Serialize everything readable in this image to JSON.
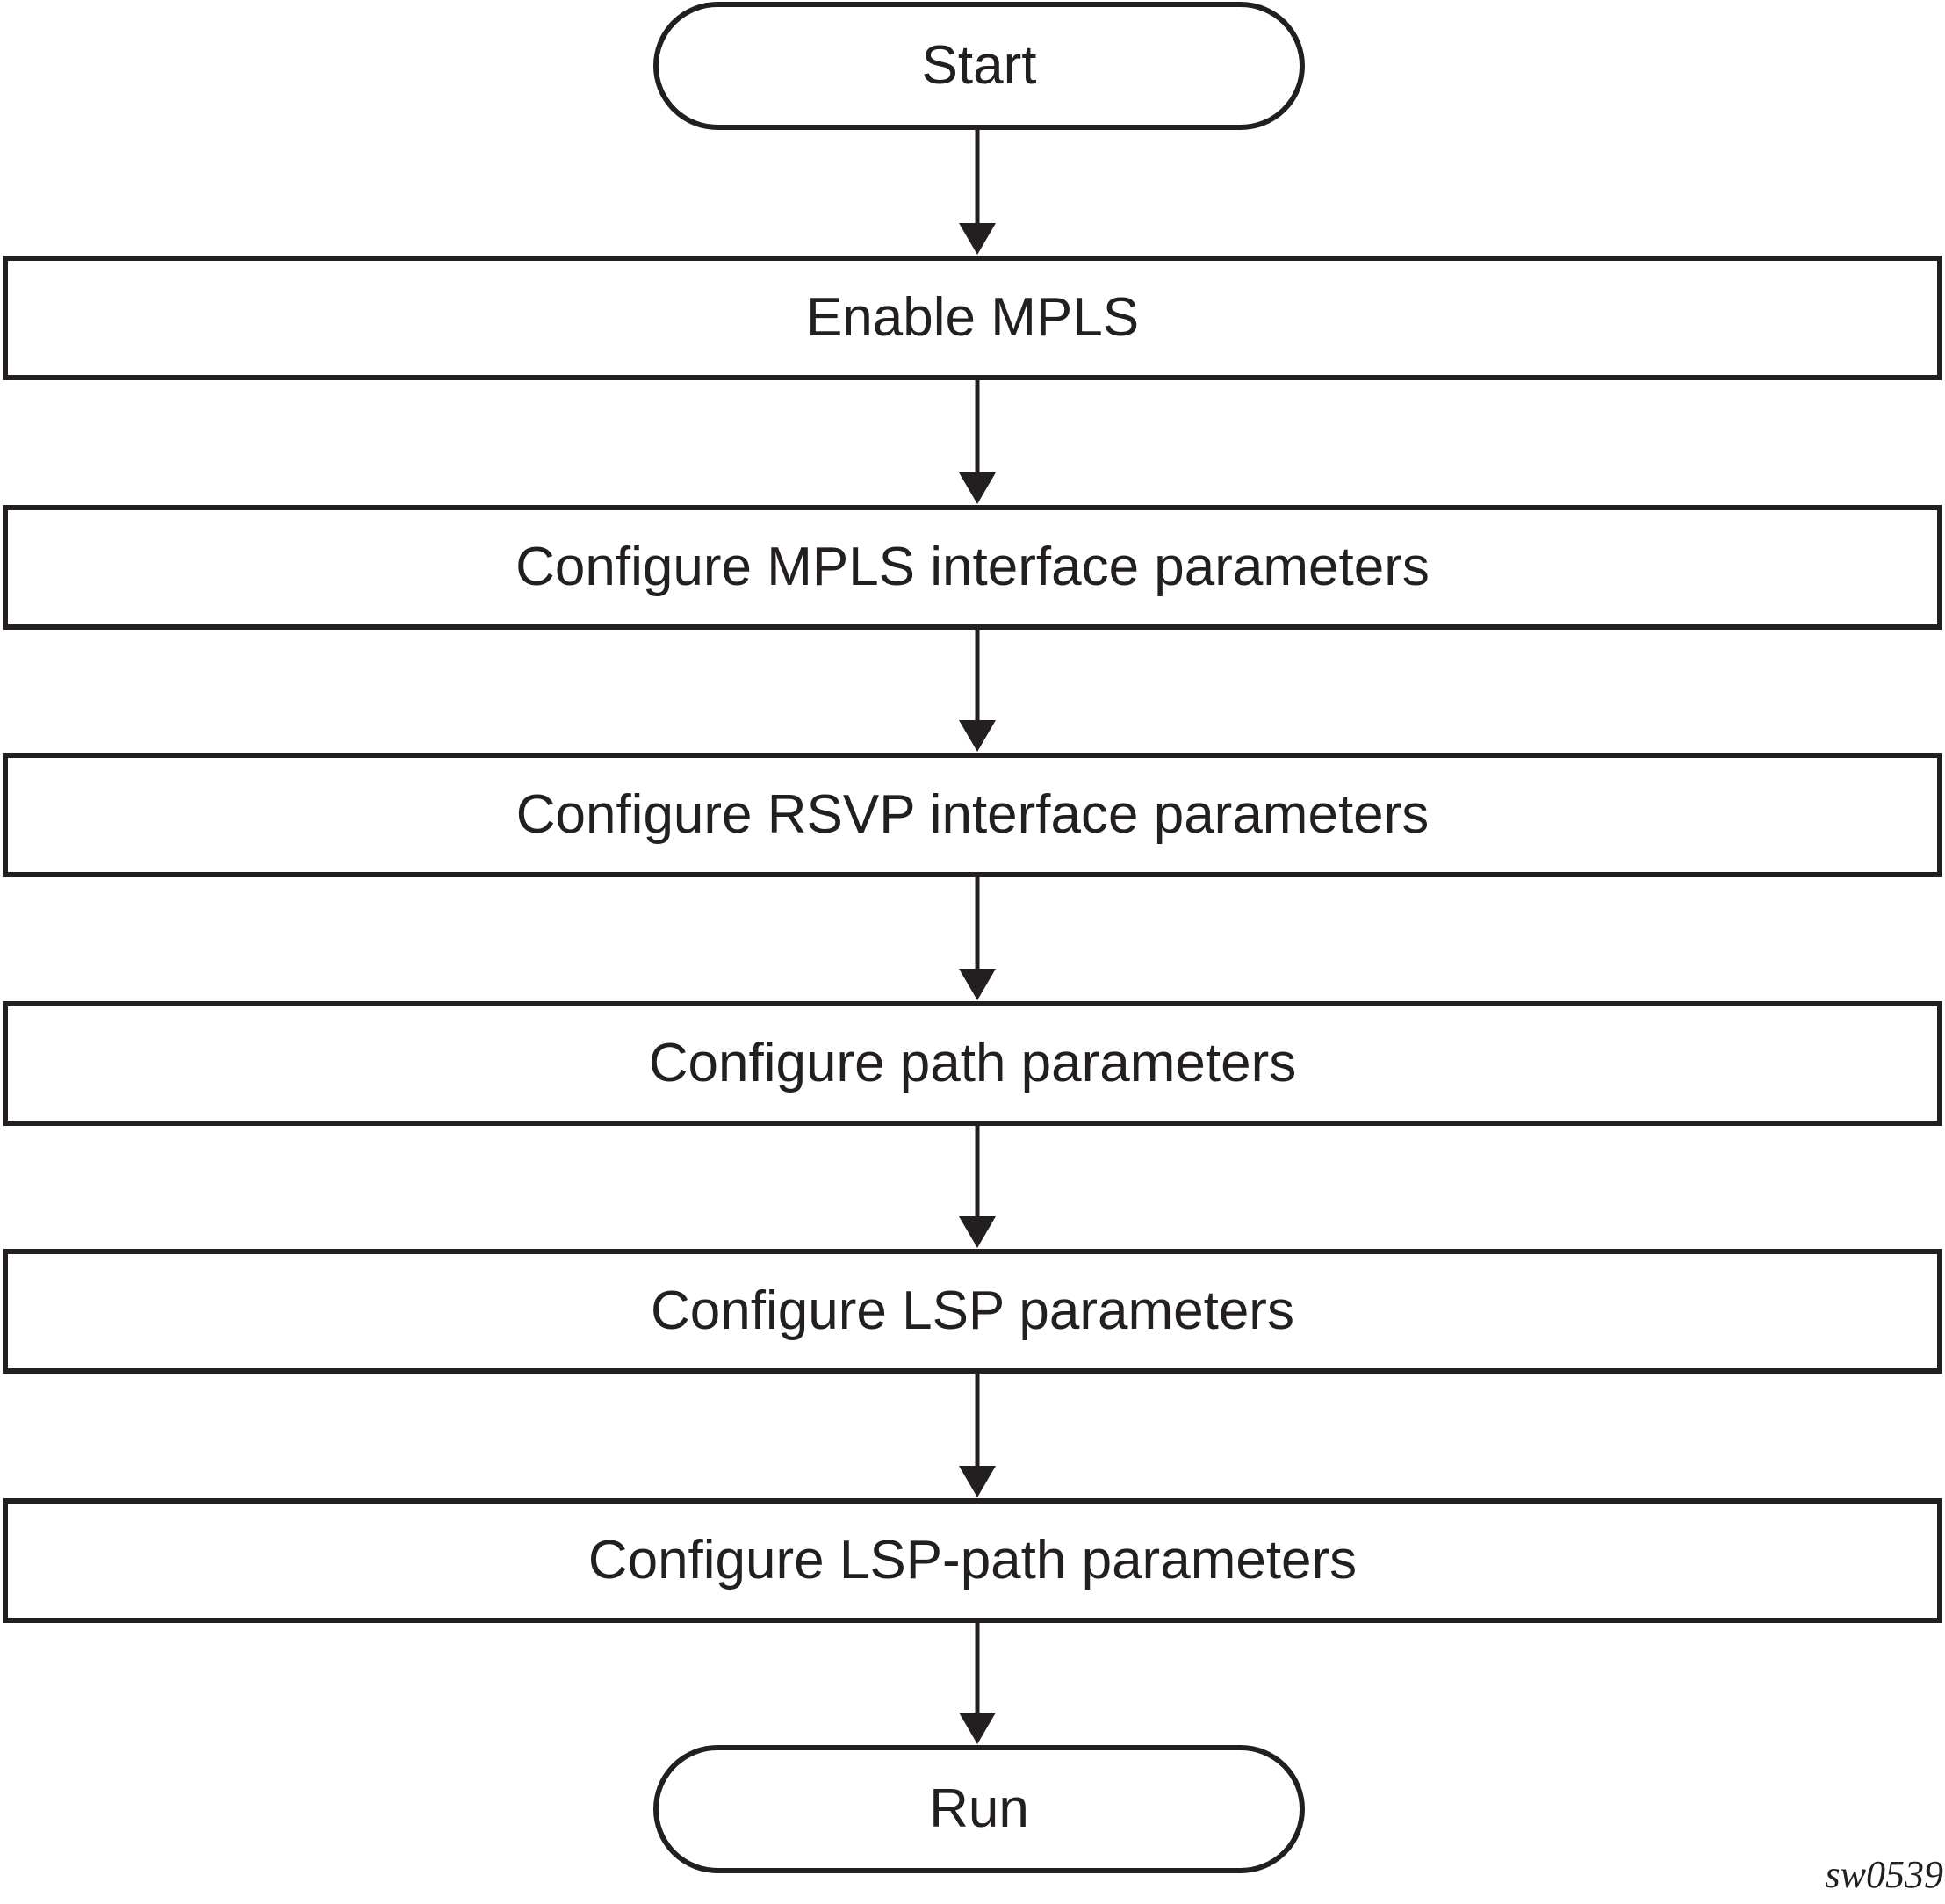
{
  "flowchart": {
    "start_label": "Start",
    "steps": [
      "Enable MPLS",
      "Configure MPLS interface parameters",
      "Configure RSVP interface parameters",
      "Configure path parameters",
      "Configure LSP parameters",
      "Configure LSP-path parameters"
    ],
    "end_label": "Run"
  },
  "figure_id": "sw0539",
  "colors": {
    "stroke": "#231f20",
    "background": "#ffffff"
  }
}
